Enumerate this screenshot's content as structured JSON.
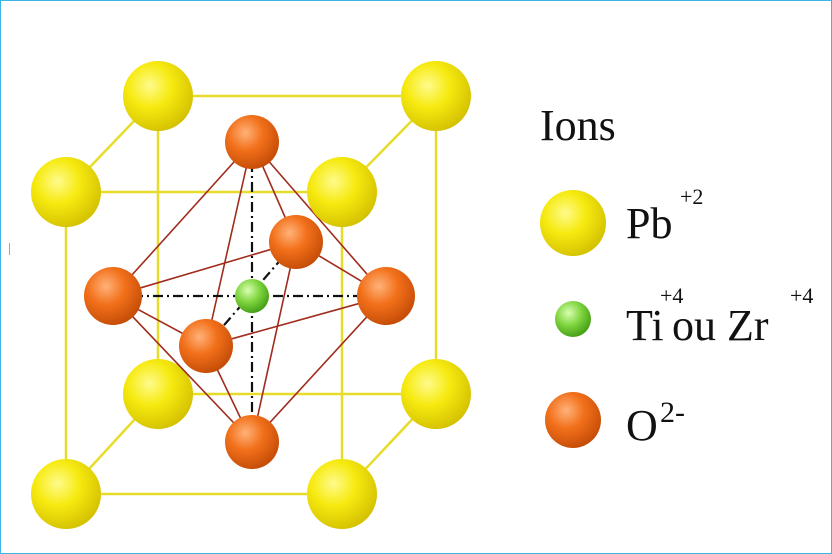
{
  "legend": {
    "title": "Ions",
    "pb": {
      "base": "Pb",
      "charge": "+2"
    },
    "ti": {
      "ti": "Ti",
      "ti_charge": "+4",
      "ou_zr": "ou Zr",
      "zr_charge": "+4"
    },
    "o": {
      "label": "O",
      "charge": "2-"
    }
  },
  "colors": {
    "pb_fill": "#f2e600",
    "ti_fill": "#74cf3c",
    "o_fill": "#f06c10",
    "cube_edge": "#e8dc2a",
    "octa_edge": "#a02c1c",
    "axis_line": "#111111",
    "frame": "#38b6e8"
  }
}
